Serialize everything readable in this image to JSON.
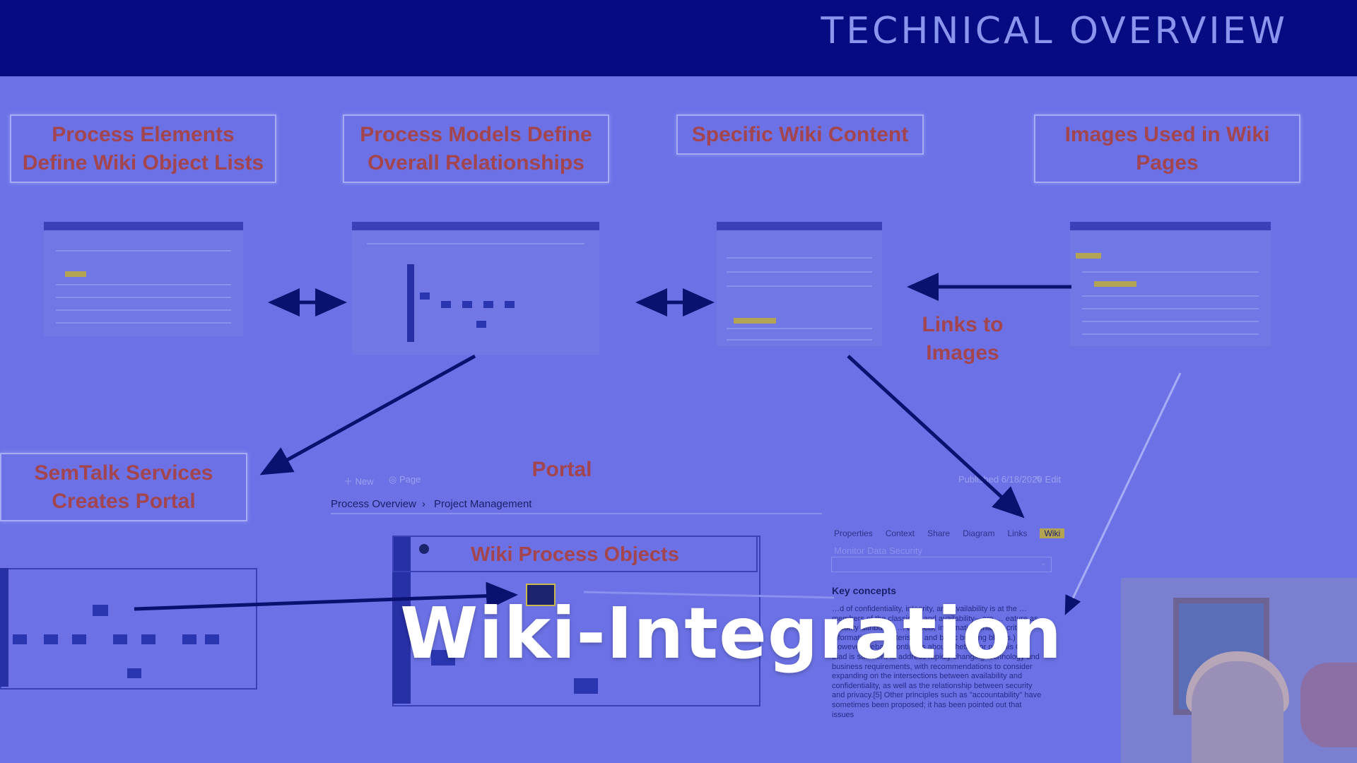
{
  "header": {
    "title": "TECHNICAL OVERVIEW"
  },
  "labels": {
    "process_elements": "Process Elements Define Wiki Object Lists",
    "process_models": "Process Models Define Overall Relationships",
    "specific_wiki": "Specific Wiki Content",
    "images_used": "Images Used in Wiki Pages",
    "links_to_images": "Links to Images",
    "semtalk_services": "SemTalk Services Creates Portal",
    "portal": "Portal"
  },
  "portal": {
    "toolbar": {
      "new": "New",
      "page": "Page",
      "published": "Published 6/18/2020",
      "edit": "Edit"
    },
    "breadcrumb": [
      "Process Overview",
      "Project Management"
    ],
    "wiki_title": "Wiki Process Objects",
    "tabs": [
      "Properties",
      "Context",
      "Share",
      "Diagram",
      "Links",
      "Wiki"
    ],
    "active_tab": "Wiki",
    "field_label": "Monitor Data Security",
    "key_concepts": "Key concepts",
    "key_text": "…d of confidentiality, integrity, and availability is at the … members of the classic … and availability—are … eature as security attributes, … aspects, information criteria, critical information characteristics and basic building blocks.) However, debate continues about whether or not this CIA triad is sufficient to address rapidly changing technology and business requirements, with recommendations to consider expanding on the intersections between availability and confidentiality, as well as the relationship between security and privacy.[5] Other principles such as \"accountability\" have sometimes been proposed; it has been pointed out that issues"
  },
  "caption": "Wiki-Integration",
  "colors": {
    "header": "#050c82",
    "background": "#6c72e6",
    "label_text": "#a2454f",
    "arrow": "#0a1270"
  }
}
